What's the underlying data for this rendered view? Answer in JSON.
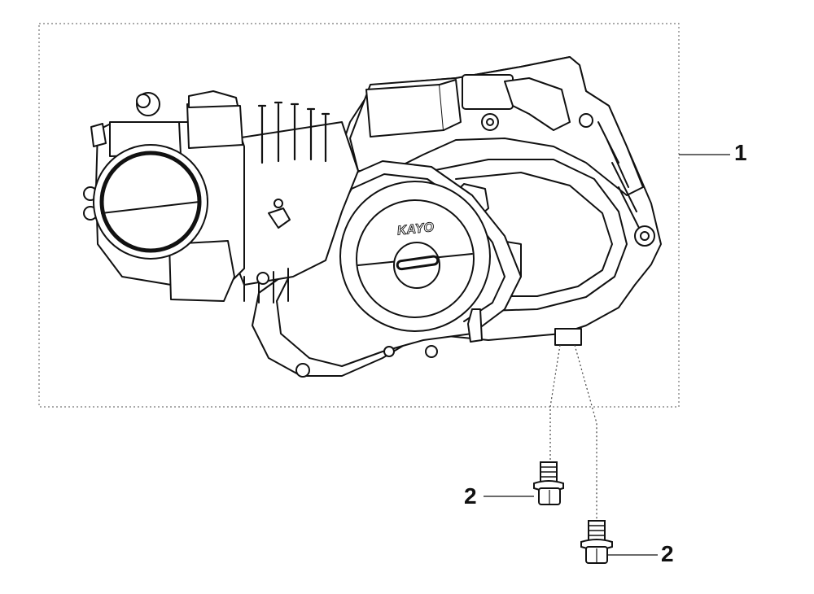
{
  "diagram": {
    "callouts": [
      {
        "id": "1",
        "label": "1",
        "part": "engine-assembly"
      },
      {
        "id": "2a",
        "label": "2",
        "part": "flange-bolt"
      },
      {
        "id": "2b",
        "label": "2",
        "part": "flange-bolt"
      }
    ],
    "logo_text": "KAYO"
  },
  "colors": {
    "line": "#111111",
    "fill": "#ffffff",
    "dotted": "#777777"
  }
}
